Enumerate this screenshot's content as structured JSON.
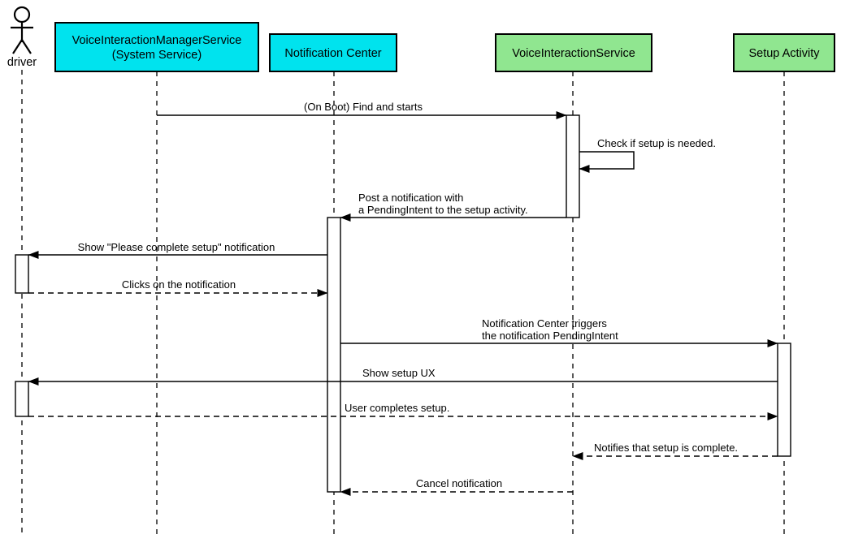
{
  "actor": {
    "label": "driver"
  },
  "participants": [
    {
      "id": "voice-interaction-manager-service",
      "label_line1": "VoiceInteractionManagerService",
      "label_line2": "(System Service)",
      "fill": "#00E3EE"
    },
    {
      "id": "notification-center",
      "label": "Notification Center",
      "fill": "#00E3EE"
    },
    {
      "id": "voice-interaction-service",
      "label": "VoiceInteractionService",
      "fill": "#90E690"
    },
    {
      "id": "setup-activity",
      "label": "Setup Activity",
      "fill": "#90E690"
    }
  ],
  "messages": [
    {
      "from": "VoiceInteractionManagerService",
      "to": "VoiceInteractionService",
      "label": "(On Boot) Find and starts",
      "line": "solid"
    },
    {
      "from": "VoiceInteractionService",
      "to": "VoiceInteractionService",
      "label": "Check if setup is needed.",
      "line": "solid",
      "self_message": true
    },
    {
      "from": "VoiceInteractionService",
      "to": "Notification Center",
      "label_line1": "Post a notification with",
      "label_line2": "a PendingIntent to the setup activity.",
      "line": "solid"
    },
    {
      "from": "Notification Center",
      "to": "driver",
      "label": "Show \"Please complete setup\" notification",
      "line": "solid"
    },
    {
      "from": "driver",
      "to": "Notification Center",
      "label": "Clicks on the notification",
      "line": "dashed"
    },
    {
      "from": "Notification Center",
      "to": "Setup Activity",
      "label_line1": "Notification Center triggers",
      "label_line2": "the notification PendingIntent",
      "line": "solid"
    },
    {
      "from": "Setup Activity",
      "to": "driver",
      "label": "Show setup UX",
      "line": "solid"
    },
    {
      "from": "driver",
      "to": "Setup Activity",
      "label": "User completes setup.",
      "line": "dashed"
    },
    {
      "from": "Setup Activity",
      "to": "VoiceInteractionService",
      "label": "Notifies that setup is complete.",
      "line": "dashed"
    },
    {
      "from": "VoiceInteractionService",
      "to": "Notification Center",
      "label": "Cancel notification",
      "line": "dashed"
    }
  ],
  "colors": {
    "system_box_fill": "#00E3EE",
    "service_box_fill": "#90E690",
    "line": "#000000",
    "background": "#FFFFFF"
  }
}
